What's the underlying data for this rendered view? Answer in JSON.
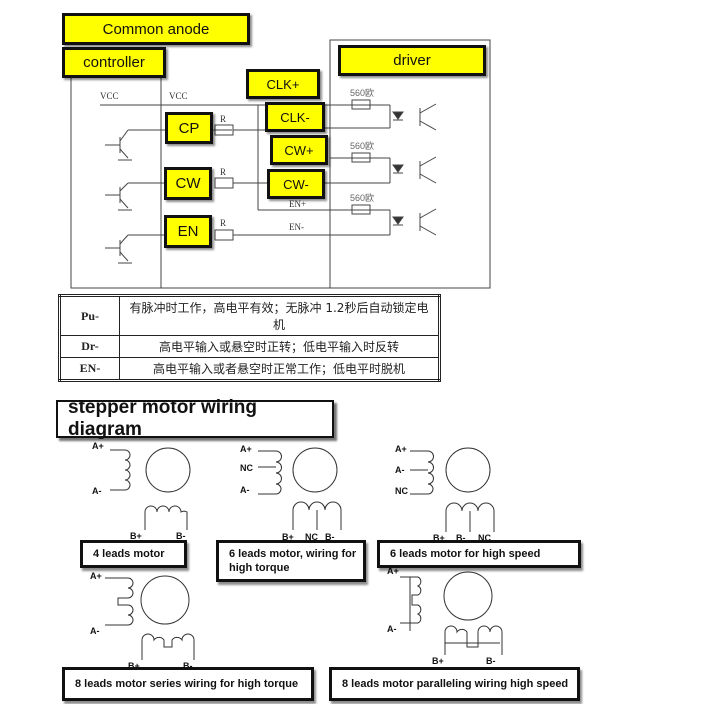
{
  "controller_section": {
    "common_anode_label": "Common anode",
    "controller_label": "controller",
    "vcc_labels": [
      "VCC",
      "VCC"
    ],
    "signal_labels": [
      "CP",
      "CW",
      "EN"
    ],
    "resistor_label": "R"
  },
  "driver_section": {
    "driver_label": "driver",
    "input_labels": [
      "CLK+",
      "CLK-",
      "CW+",
      "CW-"
    ],
    "en_plus_label": "EN+",
    "en_minus_label": "EN-",
    "resistor_value_labels": [
      "560欧",
      "560欧",
      "560欧"
    ]
  },
  "signal_table": {
    "rows": [
      {
        "signal": "Pu-",
        "description": "有脉冲时工作，高电平有效；无脉冲 1.2秒后自动锁定电机"
      },
      {
        "signal": "Dr-",
        "description": "高电平输入或悬空时正转；低电平输入时反转"
      },
      {
        "signal": "EN-",
        "description": "高电平输入或者悬空时正常工作；低电平时脱机"
      }
    ]
  },
  "wiring_section": {
    "title": "stepper motor wiring diagram",
    "motors": [
      {
        "caption": "4 leads motor",
        "leads": [
          "A+",
          "A-",
          "B+",
          "B-"
        ]
      },
      {
        "caption": "6 leads motor, wiring for high torque",
        "leads": [
          "A+",
          "NC",
          "A-",
          "B+",
          "NC",
          "B-"
        ]
      },
      {
        "caption": "6 leads motor for high speed",
        "leads": [
          "A+",
          "A-",
          "NC",
          "B+",
          "B-",
          "NC"
        ]
      },
      {
        "caption": "8 leads motor series wiring for high torque",
        "leads": [
          "A+",
          "A-",
          "B+",
          "B-"
        ]
      },
      {
        "caption": "8 leads motor paralleling wiring high speed",
        "leads": [
          "A+",
          "A-",
          "B+",
          "B-"
        ]
      }
    ]
  }
}
